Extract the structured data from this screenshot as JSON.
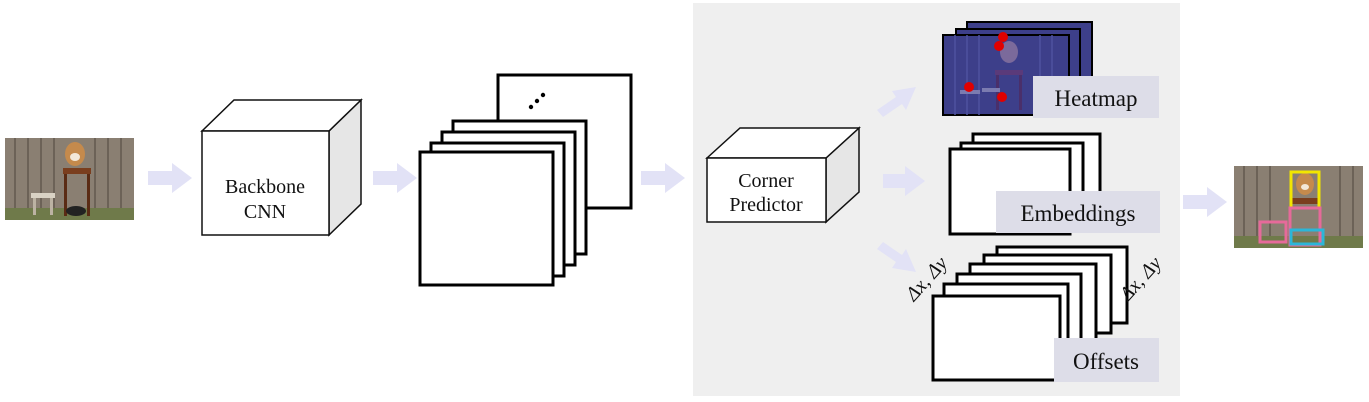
{
  "colors": {
    "arrow": "#e2e2f6",
    "panel_bg": "#efefef",
    "label_bg": "#dddde8",
    "box_side": "#e6e6e6",
    "heatmap": "#3d3f8a",
    "corner_dot": "#e00000",
    "box_yellow": "#f2e600",
    "box_pink": "#e66a9a",
    "box_cyan": "#2cb6d8"
  },
  "icons": [
    "dog-photo-icon",
    "detected-dog-photo-icon",
    "ellipsis-icon"
  ],
  "backbone": {
    "line1": "Backbone",
    "line2": "CNN"
  },
  "predictor": {
    "line1": "Corner",
    "line2": "Predictor"
  },
  "outputs": {
    "heatmap": "Heatmap",
    "embeddings": "Embeddings",
    "offsets": "Offsets",
    "offset_left": "Δx, Δy",
    "offset_right": "Δx, Δy"
  }
}
